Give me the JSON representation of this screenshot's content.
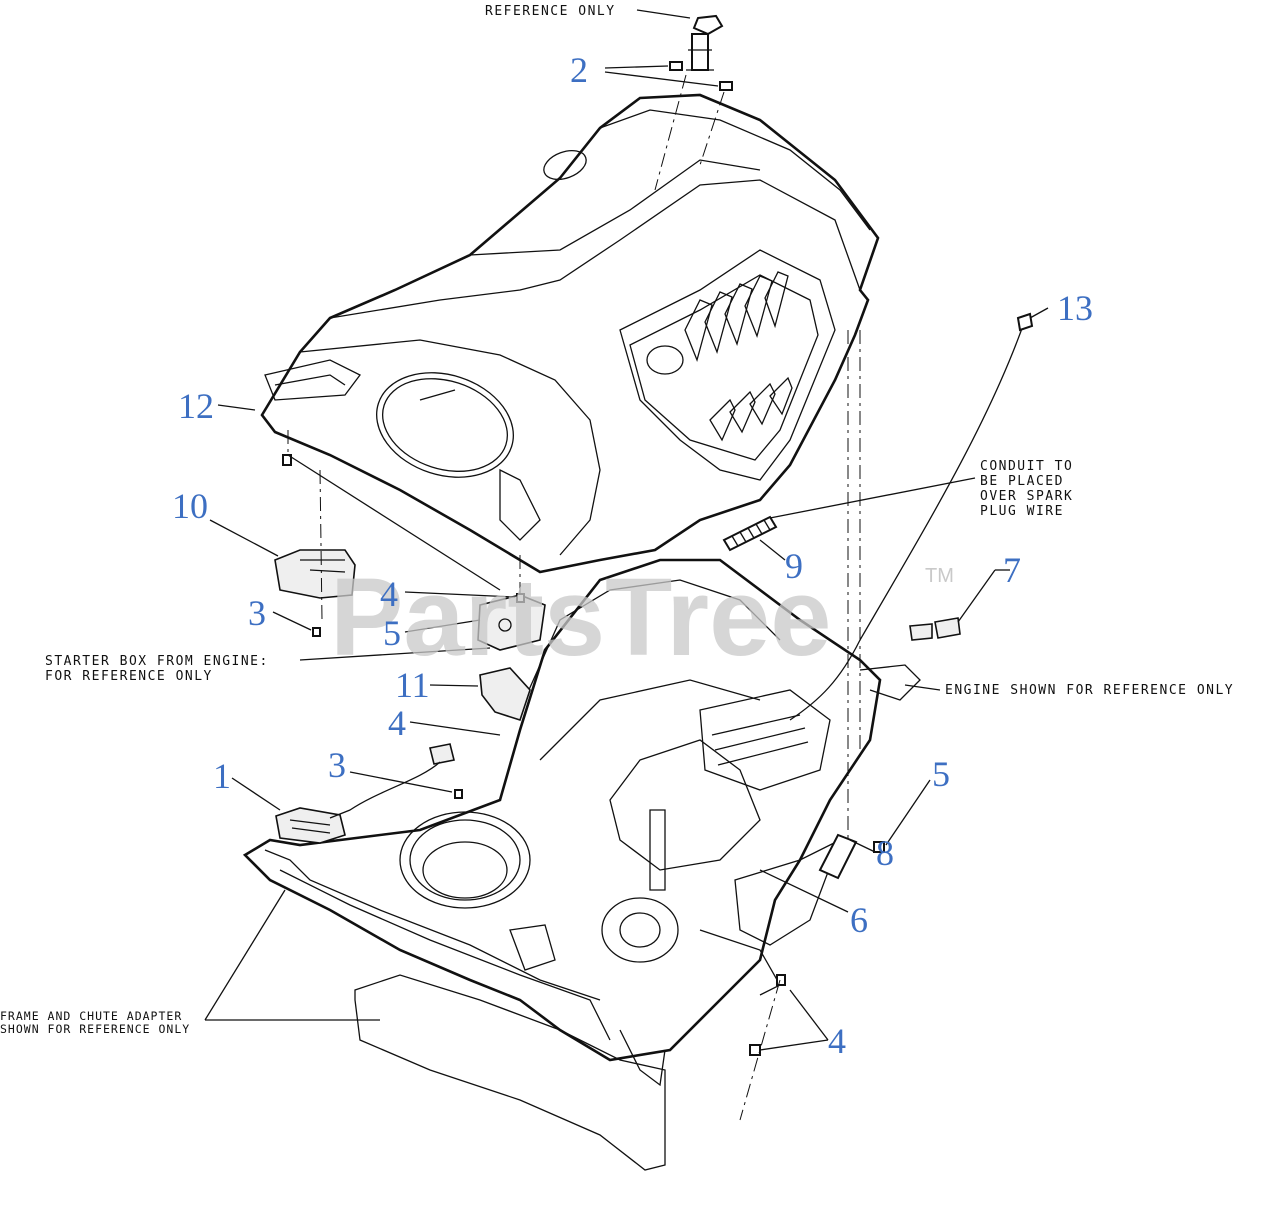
{
  "notes": {
    "reference_only": "REFERENCE ONLY",
    "conduit": [
      "CONDUIT TO",
      "BE PLACED",
      "OVER SPARK",
      "PLUG WIRE"
    ],
    "starter_box": [
      "STARTER BOX FROM ENGINE:",
      "FOR REFERENCE ONLY"
    ],
    "engine": "ENGINE SHOWN FOR REFERENCE ONLY",
    "frame": [
      "FRAME AND CHUTE ADAPTER",
      "SHOWN FOR REFERENCE ONLY"
    ]
  },
  "watermark": {
    "text": "PartsTree",
    "tm": "TM"
  },
  "callouts": {
    "c1": "1",
    "c2": "2",
    "c3a": "3",
    "c3b": "3",
    "c4a": "4",
    "c4b": "4",
    "c4c": "4",
    "c5a": "5",
    "c5b": "5",
    "c6": "6",
    "c7": "7",
    "c8": "8",
    "c9": "9",
    "c10": "10",
    "c11": "11",
    "c12": "12",
    "c13": "13"
  },
  "colors": {
    "callout": "#3d6fc2",
    "line": "#111111",
    "watermark": "#c9c9c9"
  }
}
